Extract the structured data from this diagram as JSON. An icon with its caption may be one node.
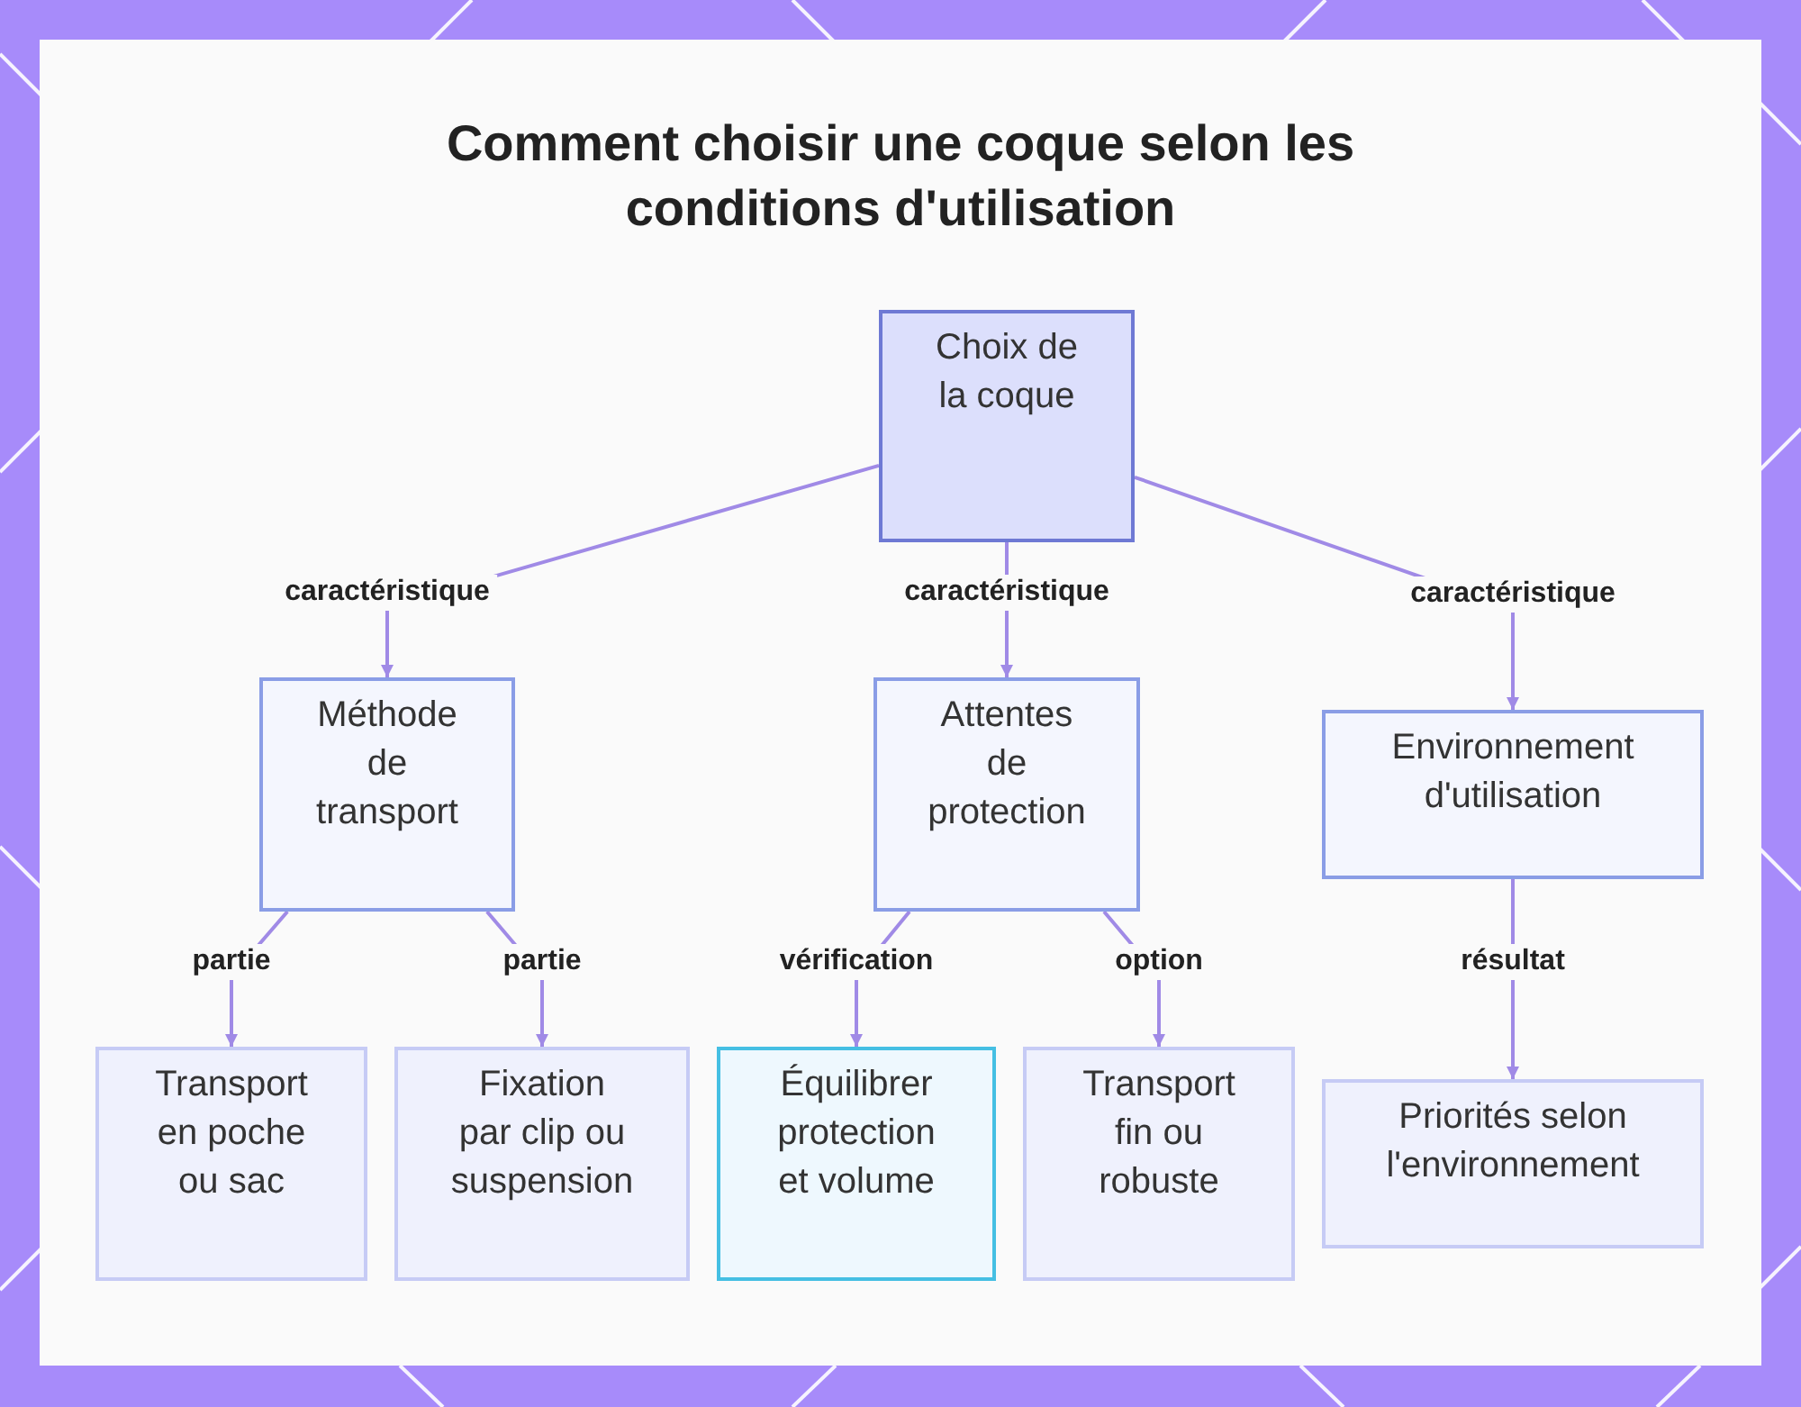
{
  "diagram": {
    "title": "Comment choisir une coque selon les conditions d'utilisation",
    "nodes": [
      {
        "text": [
          "Choix de la coque"
        ]
      },
      {
        "text": [
          "Méthode de transport"
        ]
      },
      {
        "text": [
          "Attentes de protection"
        ]
      },
      {
        "text": [
          "Environnement d'utilisation"
        ]
      },
      {
        "text": [
          "Transport en poche ou sac"
        ]
      },
      {
        "text": [
          "Fixation par clip ou suspension"
        ]
      },
      {
        "text": [
          "Équilibrer protection et volume"
        ]
      },
      {
        "text": [
          "Transport fin ou robuste"
        ]
      },
      {
        "text": [
          "Priorités selon l'environnement"
        ]
      }
    ],
    "edges": [
      {
        "from": 0,
        "to": 1,
        "arrow": "to",
        "label": "caractéristique"
      },
      {
        "from": 0,
        "to": 2,
        "arrow": "to",
        "label": "caractéristique"
      },
      {
        "from": 0,
        "to": 3,
        "arrow": "to",
        "label": "caractéristique"
      },
      {
        "from": 1,
        "to": 4,
        "arrow": "to",
        "label": "partie"
      },
      {
        "from": 1,
        "to": 5,
        "arrow": "to",
        "label": "partie"
      },
      {
        "from": 2,
        "to": 6,
        "arrow": "to",
        "label": "vérification"
      },
      {
        "from": 2,
        "to": 7,
        "arrow": "to",
        "label": "option"
      },
      {
        "from": 3,
        "to": 8,
        "arrow": "to",
        "label": "résultat"
      }
    ]
  }
}
